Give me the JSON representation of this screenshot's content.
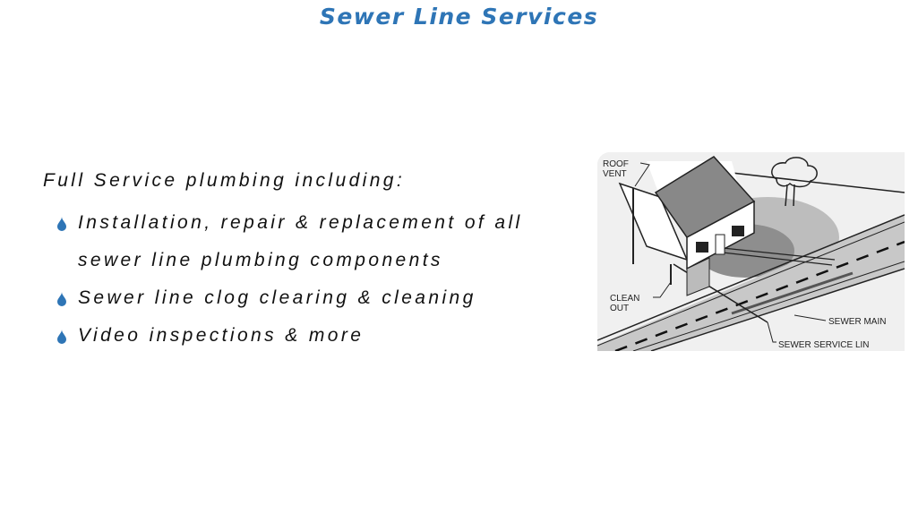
{
  "slide": {
    "title": "Sewer Line Services",
    "title_color": "#2e75b6",
    "intro": "Full Service plumbing including:",
    "bullet_icon": "water-drop-icon",
    "bullet_color": "#2e75b6",
    "bullets": [
      {
        "line1": "Installation, repair & replacement of all",
        "line2": "sewer line plumbing components"
      },
      {
        "line1": "Sewer line clog clearing & cleaning"
      },
      {
        "line1": "Video inspections & more"
      }
    ]
  },
  "diagram": {
    "labels": {
      "roof_vent_1": "ROOF",
      "roof_vent_2": "VENT",
      "clean_out_1": "CLEAN",
      "clean_out_2": "OUT",
      "sewer_main": "SEWER MAIN",
      "sewer_service_line": "SEWER SERVICE LIN"
    }
  }
}
